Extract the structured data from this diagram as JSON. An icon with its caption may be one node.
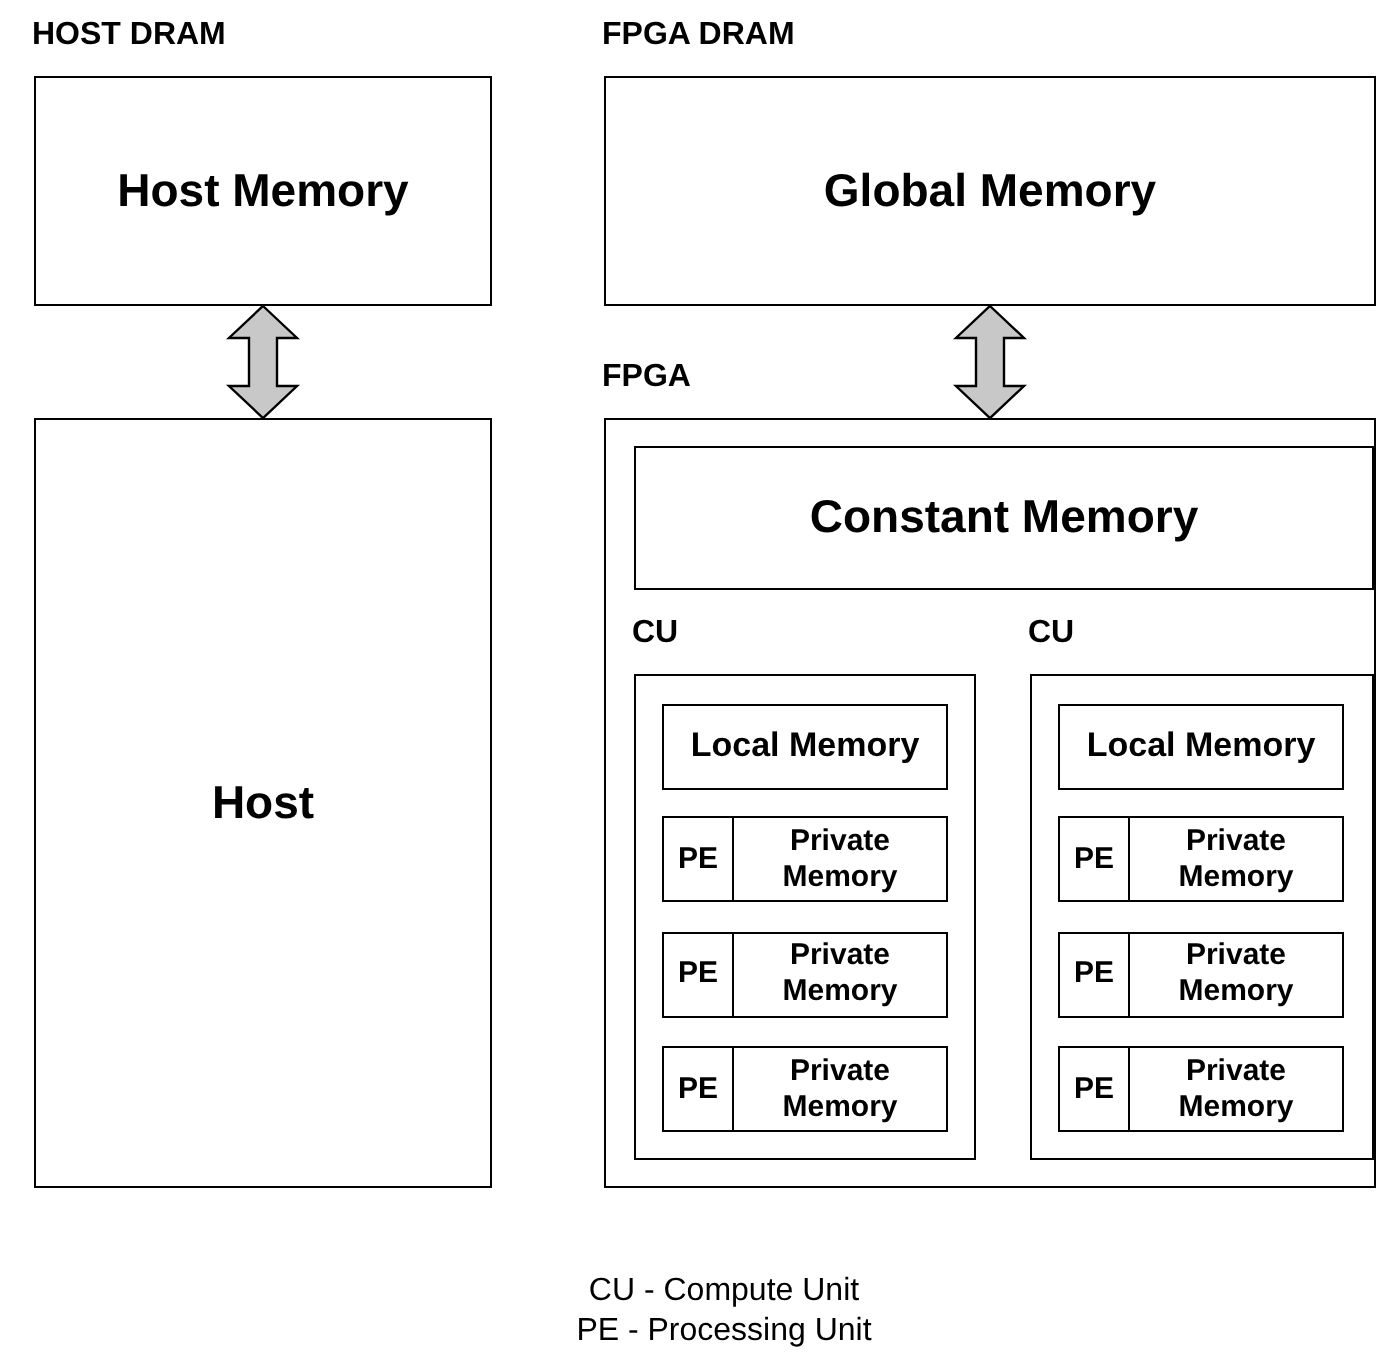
{
  "diagram": {
    "nodes": [
      {
        "text": [
          "HOST DRAM",
          "Host Memory"
        ]
      },
      {
        "text": [
          "Host"
        ]
      },
      {
        "text": [
          "FPGA DRAM",
          "Global Memory"
        ]
      },
      {
        "text": [
          "FPGA"
        ]
      },
      {
        "text": [
          "Constant Memory"
        ],
        "in": 3
      },
      {
        "text": [
          "CU"
        ],
        "in": 3
      },
      {
        "text": [
          "Local Memory"
        ],
        "in": 5
      },
      {
        "text": [
          "PE"
        ],
        "in": 5
      },
      {
        "text": [
          "Private Memory"
        ],
        "in": 5
      },
      {
        "text": [
          "PE"
        ],
        "in": 5
      },
      {
        "text": [
          "Private Memory"
        ],
        "in": 5
      },
      {
        "text": [
          "PE"
        ],
        "in": 5
      },
      {
        "text": [
          "Private Memory"
        ],
        "in": 5
      },
      {
        "text": [
          "CU"
        ],
        "in": 3
      },
      {
        "text": [
          "Local Memory"
        ],
        "in": 13
      },
      {
        "text": [
          "PE"
        ],
        "in": 13
      },
      {
        "text": [
          "Private Memory"
        ],
        "in": 13
      },
      {
        "text": [
          "PE"
        ],
        "in": 13
      },
      {
        "text": [
          "Private Memory"
        ],
        "in": 13
      },
      {
        "text": [
          "PE"
        ],
        "in": 13
      },
      {
        "text": [
          "Private Memory"
        ],
        "in": 13
      }
    ],
    "edges": [
      {
        "from": 0,
        "to": 1,
        "arrow": "both"
      },
      {
        "from": 2,
        "to": 3,
        "arrow": "both"
      }
    ],
    "labels": [
      "CU - Compute Unit",
      "PE - Processing Unit"
    ]
  }
}
